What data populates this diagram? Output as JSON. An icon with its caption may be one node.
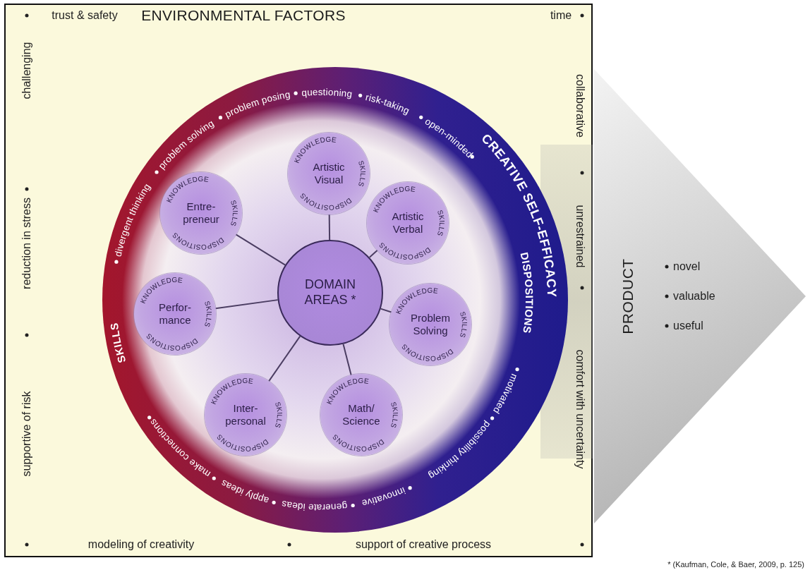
{
  "diagram": {
    "caption": "* (Kaufman, Cole, & Baer, 2009, p. 125)",
    "nodes": [
      {
        "text": [
          "ENVIRONMENTAL FACTORS"
        ]
      },
      {
        "text": [
          "SKILLS",
          "divergent thinking",
          "problem solving",
          "problem posing",
          "questioning",
          "risk-taking",
          "open-minded",
          "DISPOSITIONS",
          "motivated",
          "possibility thinking",
          "innovative",
          "generate ideas",
          "apply ideas",
          "make connections",
          "CREATIVE SELF-EFFICACY"
        ],
        "in": 0
      },
      {
        "text": [
          "KNOWLEDGE",
          "Artistic Visual",
          "SKILLS",
          "DISPOSITIONS"
        ],
        "in": 1
      },
      {
        "text": [
          "KNOWLEDGE",
          "Entre- preneur",
          "SKILLS",
          "DISPOSITIONS"
        ],
        "in": 1
      },
      {
        "text": [
          "KNOWLEDGE",
          "Artistic Verbal",
          "SKILLS",
          "DISPOSITIONS"
        ],
        "in": 1
      },
      {
        "text": [
          "DOMAIN AREAS *"
        ],
        "in": 1
      },
      {
        "text": [
          "KNOWLEDGE",
          "Perfor- mance",
          "SKILLS",
          "DISPOSITIONS"
        ],
        "in": 1
      },
      {
        "text": [
          "KNOWLEDGE",
          "Problem Solving",
          "SKILLS",
          "DISPOSITIONS"
        ],
        "in": 1
      },
      {
        "text": [
          "KNOWLEDGE",
          "Inter- personal",
          "SKILLS",
          "DISPOSITIONS"
        ],
        "in": 1
      },
      {
        "text": [
          "KNOWLEDGE",
          "Math/ Science",
          "SKILLS",
          "DISPOSITIONS"
        ],
        "in": 1
      },
      {
        "text": [
          "PRODUCT",
          "novel",
          "valuable",
          "useful"
        ]
      }
    ],
    "edges": [
      {
        "from": 5,
        "to": 2,
        "arrow": "none"
      },
      {
        "from": 5,
        "to": 3,
        "arrow": "none"
      },
      {
        "from": 5,
        "to": 4,
        "arrow": "none"
      },
      {
        "from": 5,
        "to": 6,
        "arrow": "none"
      },
      {
        "from": 5,
        "to": 7,
        "arrow": "none"
      },
      {
        "from": 5,
        "to": 8,
        "arrow": "none"
      },
      {
        "from": 5,
        "to": 9,
        "arrow": "none"
      }
    ],
    "labels": [
      "trust & safety",
      "time",
      "challenging",
      "reduction in stress",
      "supportive of risk",
      "collaborative",
      "unrestrained",
      "comfort with uncertainty",
      "modeling of creativity",
      "support of creative process"
    ]
  }
}
